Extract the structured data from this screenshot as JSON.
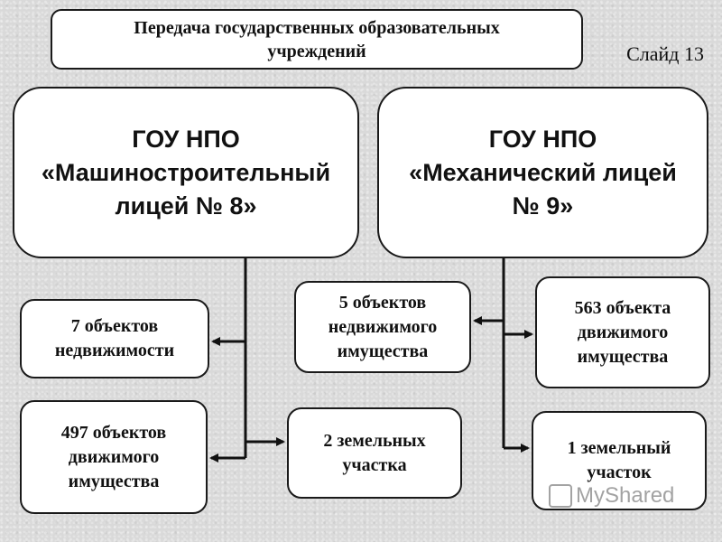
{
  "slide": {
    "title": "Передача государственных образовательных\nучреждений",
    "number_label": "Слайд 13"
  },
  "institutions": {
    "left": "ГОУ НПО\n«Машиностроительный\nлицей № 8»",
    "right": "ГОУ НПО\n«Механический лицей\n№ 9»"
  },
  "items": {
    "real_estate_7": "7 объектов\nнедвижимости",
    "movable_497": "497 объектов\nдвижимого\nимущества",
    "real_estate_5": "5 объектов\nнедвижимого\nимущества",
    "land_2": "2 земельных\nучастка",
    "movable_563": "563 объекта\nдвижимого\nимущества",
    "land_1": "1 земельный\nучасток"
  },
  "watermark": "MyShared",
  "colors": {
    "box_fill": "#ffffff",
    "border": "#1a1a1a",
    "background": "#d9d9d9"
  }
}
